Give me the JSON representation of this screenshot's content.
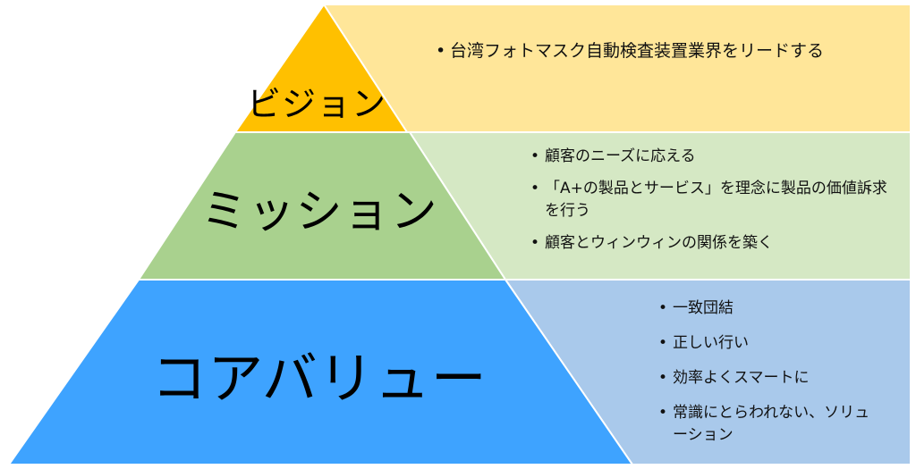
{
  "tiers": {
    "vision": {
      "title": "ビジョン",
      "items": [
        "台湾フォトマスク自動検査装置業界をリードする"
      ],
      "colors": {
        "triangle": "#ffc000",
        "panel": "#ffe699"
      }
    },
    "mission": {
      "title": "ミッション",
      "items": [
        "顧客のニーズに応える",
        "「A+の製品とサービス」を理念に製品の価値訴求を行う",
        "顧客とウィンウィンの関係を築く"
      ],
      "colors": {
        "triangle": "#a9d18e",
        "panel": "#d5e8c4"
      }
    },
    "core_values": {
      "title": "コアバリュー",
      "items": [
        "一致団結",
        "正しい行い",
        "効率よくスマートに",
        "常識にとらわれない、ソリューション"
      ],
      "colors": {
        "triangle": "#3ea3ff",
        "panel": "#a9c9eb"
      }
    }
  }
}
